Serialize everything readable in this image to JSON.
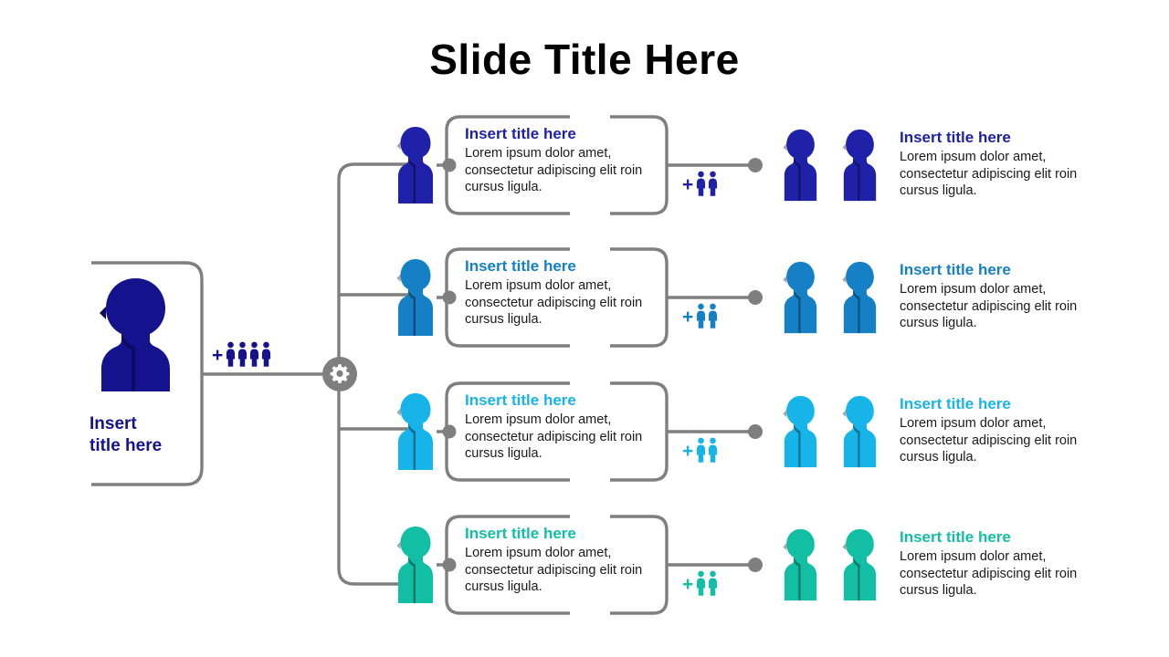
{
  "slide": {
    "title": "Slide Title Here",
    "background": "#ffffff",
    "connector_color": "#7f7f7f"
  },
  "root": {
    "label": "Insert\ntitle here",
    "label_line1": "Insert",
    "label_line2": "title here",
    "color": "#14128C",
    "icon": "person-silhouette-icon",
    "group": {
      "plus": "+",
      "count": 4,
      "icon": "person-group-icon",
      "color": "#14128C"
    }
  },
  "hub": {
    "icon": "gear-icon",
    "color": "#7f7f7f",
    "glyph_color": "#ffffff"
  },
  "rows": [
    {
      "color": "#1F21A8",
      "person_icon": "person-silhouette-icon",
      "card": {
        "title": "Insert title here",
        "body": "Lorem ipsum dolor amet, consectetur adipiscing elit roin cursus ligula."
      },
      "group": {
        "plus": "+",
        "count": 2,
        "icon": "person-group-icon"
      },
      "right": {
        "people_icon": "person-silhouette-icon",
        "people_count": 2,
        "title": "Insert title here",
        "body": "Lorem ipsum dolor amet, consectetur adipiscing elit roin cursus ligula."
      }
    },
    {
      "color": "#1580C6",
      "person_icon": "person-silhouette-icon",
      "card": {
        "title": "Insert title here",
        "body": "Lorem ipsum dolor amet, consectetur adipiscing elit roin cursus ligula."
      },
      "group": {
        "plus": "+",
        "count": 2,
        "icon": "person-group-icon"
      },
      "right": {
        "people_icon": "person-silhouette-icon",
        "people_count": 2,
        "title": "Insert title here",
        "body": "Lorem ipsum dolor amet, consectetur adipiscing elit roin cursus ligula."
      }
    },
    {
      "color": "#16B4E8",
      "person_icon": "person-silhouette-icon",
      "card": {
        "title": "Insert title here",
        "body": "Lorem ipsum dolor amet, consectetur adipiscing elit roin cursus ligula."
      },
      "group": {
        "plus": "+",
        "count": 2,
        "icon": "person-group-icon"
      },
      "right": {
        "people_icon": "person-silhouette-icon",
        "people_count": 2,
        "title": "Insert title here",
        "body": "Lorem ipsum dolor amet, consectetur adipiscing elit roin cursus ligula."
      }
    },
    {
      "color": "#12BFA5",
      "person_icon": "person-silhouette-icon",
      "card": {
        "title": "Insert title here",
        "body": "Lorem ipsum dolor amet, consectetur adipiscing elit roin cursus ligula."
      },
      "group": {
        "plus": "+",
        "count": 2,
        "icon": "person-group-icon"
      },
      "right": {
        "people_icon": "person-silhouette-icon",
        "people_count": 2,
        "title": "Insert title here",
        "body": "Lorem ipsum dolor amet, consectetur adipiscing elit roin cursus ligula."
      }
    }
  ]
}
